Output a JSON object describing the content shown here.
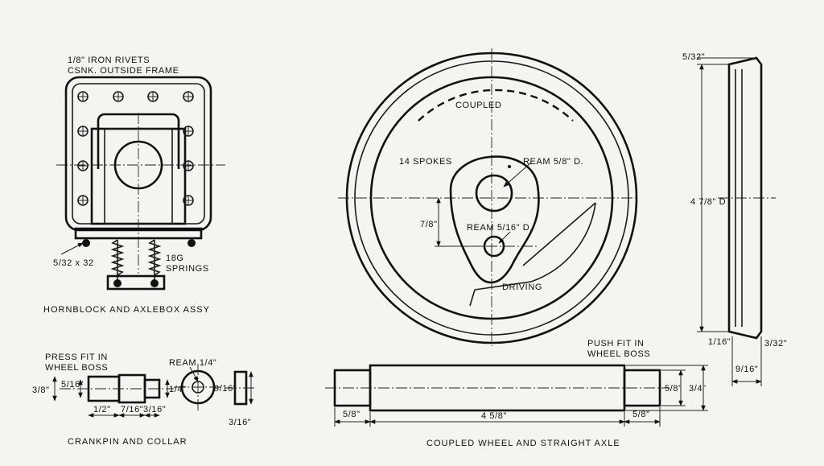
{
  "hornblock": {
    "note_line1": "1/8\" IRON RIVETS",
    "note_line2": "CSNK. OUTSIDE FRAME",
    "bolt_label": "5/32 x 32",
    "spring_label_line1": "18G",
    "spring_label_line2": "SPRINGS",
    "caption": "HORNBLOCK AND AXLEBOX ASSY"
  },
  "crankpin": {
    "note_line1": "PRESS FIT IN",
    "note_line2": "WHEEL BOSS",
    "dim_dia_3_8": "3/8\"",
    "dim_dia_5_16": "5/16\"",
    "dim_len_1_2": "1/2\"",
    "dim_len_7_16": "7/16\"",
    "dim_len_3_16": "3/16\"",
    "dim_dia_1_4": "1/4\"",
    "ream_label": "REAM 1/4\"",
    "dim_collar_9_16": "9/16\"",
    "dim_collar_3_16": "3/16\"",
    "caption": "CRANKPIN AND COLLAR"
  },
  "wheel": {
    "label_coupled": "COUPLED",
    "label_spokes": "14 SPOKES",
    "ream_axle": "REAM 5/8\" D.",
    "ream_crank": "REAM 5/16\" D.",
    "dim_throw": "7/8\"",
    "label_driving": "DRIVING"
  },
  "wheel_section": {
    "dim_flange": "5/32\"",
    "dim_diameter": "4 7/8\" D",
    "dim_rim": "1/16\"",
    "dim_tread": "3/32\"",
    "dim_width": "9/16\""
  },
  "axle": {
    "note_line1": "PUSH FIT IN",
    "note_line2": "WHEEL BOSS",
    "dim_end_left": "5/8\"",
    "dim_length": "4 5/8\"",
    "dim_end_right": "5/8\"",
    "dim_dia_5_8": "5/8\"",
    "dim_dia_3_4": "3/4\"",
    "caption": "COUPLED WHEEL AND STRAIGHT AXLE"
  }
}
